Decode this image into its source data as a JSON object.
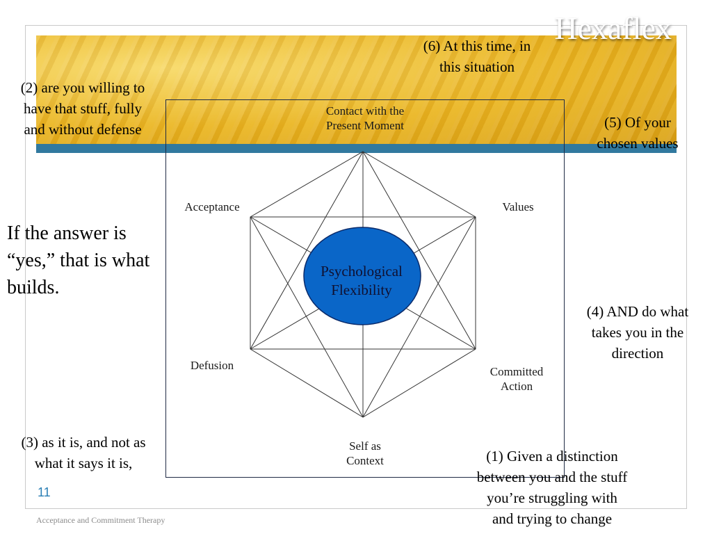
{
  "slide": {
    "title": "Hexaflex",
    "page_number": "11",
    "footer": "Acceptance and Commitment Therapy",
    "main_statement": "If the answer is “yes,” that is what builds."
  },
  "annotations": {
    "a1": [
      "(1) Given a distinction",
      "between you and the stuff",
      "you’re struggling with",
      "and trying to change"
    ],
    "a2": [
      "(2) are you willing to",
      "have that stuff, fully",
      "and without defense"
    ],
    "a3": [
      "(3) as it is, and not as",
      "what it says it is,"
    ],
    "a4": [
      "(4) AND do what",
      "takes you in the",
      "direction"
    ],
    "a5": [
      "(5) Of your",
      "chosen values"
    ],
    "a6": [
      "(6) At this time, in",
      "this situation"
    ]
  },
  "diagram": {
    "center": [
      "Psychological",
      "Flexibility"
    ],
    "nodes": {
      "top": [
        "Contact with the",
        "Present Moment"
      ],
      "upper_left": [
        "Acceptance"
      ],
      "upper_right": [
        "Values"
      ],
      "lower_left": [
        "Defusion"
      ],
      "lower_right": [
        "Committed",
        "Action"
      ],
      "bottom": [
        "Self as",
        "Context"
      ]
    }
  },
  "colors": {
    "banner_gold": "#e8b122",
    "banner_stripe": "#31799f",
    "center_fill": "#0a66c8",
    "page_number": "#2a7fb5"
  }
}
